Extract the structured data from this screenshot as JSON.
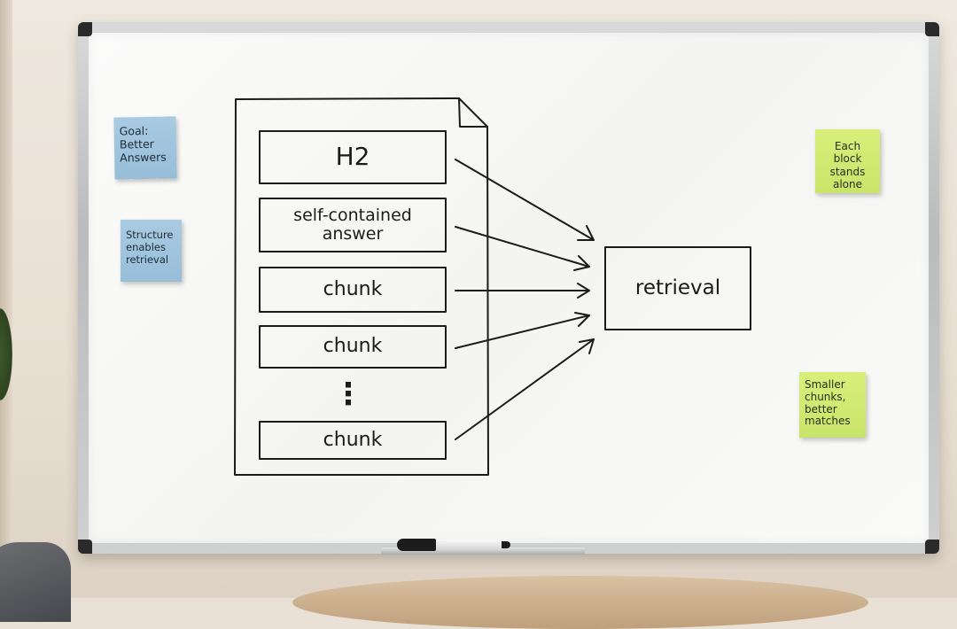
{
  "diagram": {
    "heading_block": "H2",
    "answer_block_line1": "self-contained",
    "answer_block_line2": "answer",
    "chunk_1": "chunk",
    "chunk_2": "chunk",
    "ellipsis": "⋮",
    "chunk_last": "chunk",
    "target": "retrieval"
  },
  "notes": {
    "goal": [
      "Goal:",
      "Better",
      "Answers"
    ],
    "structure": [
      "Structure",
      "enables",
      "retrieval"
    ],
    "each_block": [
      "Each block",
      "stands",
      "alone"
    ],
    "smaller": [
      "Smaller",
      "chunks,",
      "better",
      "matches"
    ]
  },
  "colors": {
    "ink": "#1b1b1b",
    "note_blue": "#9fc4dd",
    "note_green": "#d2ea72",
    "board": "#f7f7f5"
  }
}
